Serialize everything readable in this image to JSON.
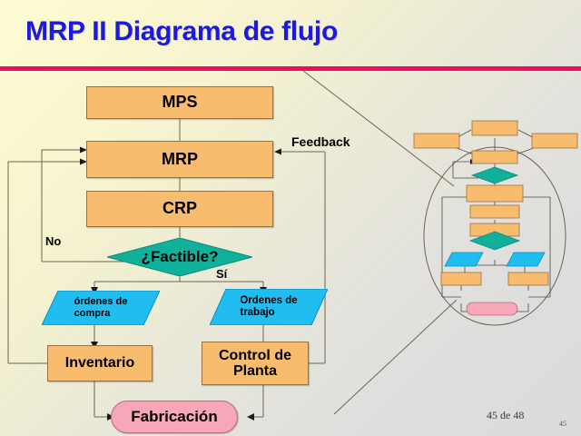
{
  "slide": {
    "title": "MRP II Diagrama de flujo",
    "accent_rule_color": "#ef0d63",
    "title_color": "#1c19e0",
    "background_from": "#fdfbd2",
    "background_to": "#dcdcdc"
  },
  "palette": {
    "process_fill": "#f7bc6e",
    "process_border": "#9a7040",
    "decision_fill": "#11b09a",
    "decision_border": "#0d8a78",
    "data_fill": "#21bdf0",
    "data_border": "#0a8fbd",
    "terminator_fill": "#f7a7b7",
    "terminator_border": "#b06d7c",
    "connector": "#6b6552"
  },
  "flowchart": {
    "nodes": [
      {
        "id": "mps",
        "label": "MPS",
        "shape": "process"
      },
      {
        "id": "mrp",
        "label": "MRP",
        "shape": "process"
      },
      {
        "id": "crp",
        "label": "CRP",
        "shape": "process"
      },
      {
        "id": "factible",
        "label": "¿Factible?",
        "shape": "decision"
      },
      {
        "id": "ordenes_compra",
        "label": "órdenes  de\ncompra",
        "shape": "data"
      },
      {
        "id": "ordenes_trabajo",
        "label": "Ordenes de\ntrabajo",
        "shape": "data"
      },
      {
        "id": "inventario",
        "label": "Inventario",
        "shape": "process"
      },
      {
        "id": "control_planta",
        "label": "Control de\nPlanta",
        "shape": "process"
      },
      {
        "id": "fabricacion",
        "label": "Fabricación",
        "shape": "terminator"
      }
    ],
    "edge_labels": {
      "no": "No",
      "si": "Sí",
      "feedback": "Feedback"
    }
  },
  "thumbnail": {
    "caption": "",
    "highlight_shape": "ellipse"
  },
  "footer": {
    "slide_count": "45 de 48",
    "page_number": "45"
  }
}
